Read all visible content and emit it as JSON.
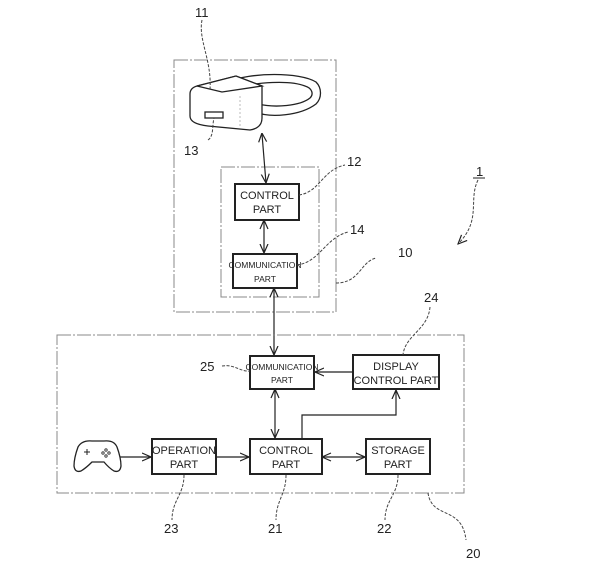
{
  "figure": {
    "system_ref": "1",
    "headset_unit": {
      "ref": "10",
      "headset": {
        "ref": "11"
      },
      "display_window": {
        "ref": "13"
      },
      "control_part": {
        "ref": "12",
        "line1": "CONTROL",
        "line2": "PART"
      },
      "communication_part": {
        "ref": "14",
        "line1": "COMMUNICATION",
        "line2": "PART"
      }
    },
    "console_unit": {
      "ref": "20",
      "control_part": {
        "ref": "21",
        "line1": "CONTROL",
        "line2": "PART"
      },
      "storage_part": {
        "ref": "22",
        "line1": "STORAGE",
        "line2": "PART"
      },
      "operation_part": {
        "ref": "23",
        "line1": "OPERATION",
        "line2": "PART"
      },
      "display_control_part": {
        "ref": "24",
        "line1": "DISPLAY",
        "line2": "CONTROL PART"
      },
      "communication_part": {
        "ref": "25",
        "line1": "COMMUNICATION",
        "line2": "PART"
      },
      "input_device": {
        "icon": "gamepad-icon"
      }
    }
  }
}
